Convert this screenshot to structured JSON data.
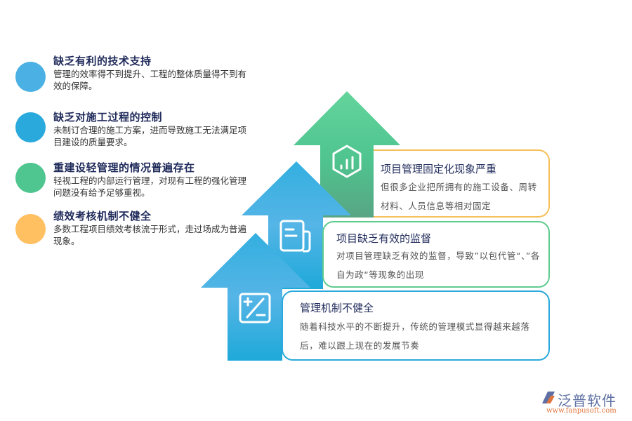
{
  "left_list": [
    {
      "title": "缺乏有利的技术支持",
      "desc": "管理的效率得不到提升、工程的整体质量得不到有效的保障。",
      "color": "#4bb0e3"
    },
    {
      "title": "缺乏对施工过程的控制",
      "desc": "未制订合理的施工方案，进而导致施工无法满足项目建设的质量要求。",
      "color": "#2aa9dc"
    },
    {
      "title": "重建设轻管理的情况普遍存在",
      "desc": "轻视工程的内部运行管理，对现有工程的强化管理问题没有给予足够重视。",
      "color": "#4fc590"
    },
    {
      "title": "绩效考核机制不健全",
      "desc": "多数工程项目绩效考核流于形式，走过场成为普遍现象。",
      "color": "#ffc062"
    }
  ],
  "cards": [
    {
      "title": "项目管理固定化现象严重",
      "desc": "但很多企业把所拥有的施工设备、周转材料、人员信息等相对固定",
      "border": "#f7bf5a",
      "icon": "chart-hexagon-icon"
    },
    {
      "title": "项目缺乏有效的监督",
      "desc": "对项目管理缺乏有效的监督，导致”以包代管“、”各自为政“等现象的出现",
      "border": "#5fcb8e",
      "icon": "document-icon"
    },
    {
      "title": "管理机制不健全",
      "desc": "随着科技水平的不断提升，传统的管理模式显得越来越落后，难以跟上现在的发展节奏",
      "border": "#2aa9dc",
      "icon": "plus-minus-icon"
    }
  ],
  "arrow_colors": {
    "green_top": "#5ed39a",
    "green_bottom": "#4fa889",
    "blue_top": "#52b4e6",
    "blue_bottom": "#1ea9d9"
  },
  "logo": {
    "name": "泛普软件",
    "url": "www.fanpusoft.com"
  }
}
